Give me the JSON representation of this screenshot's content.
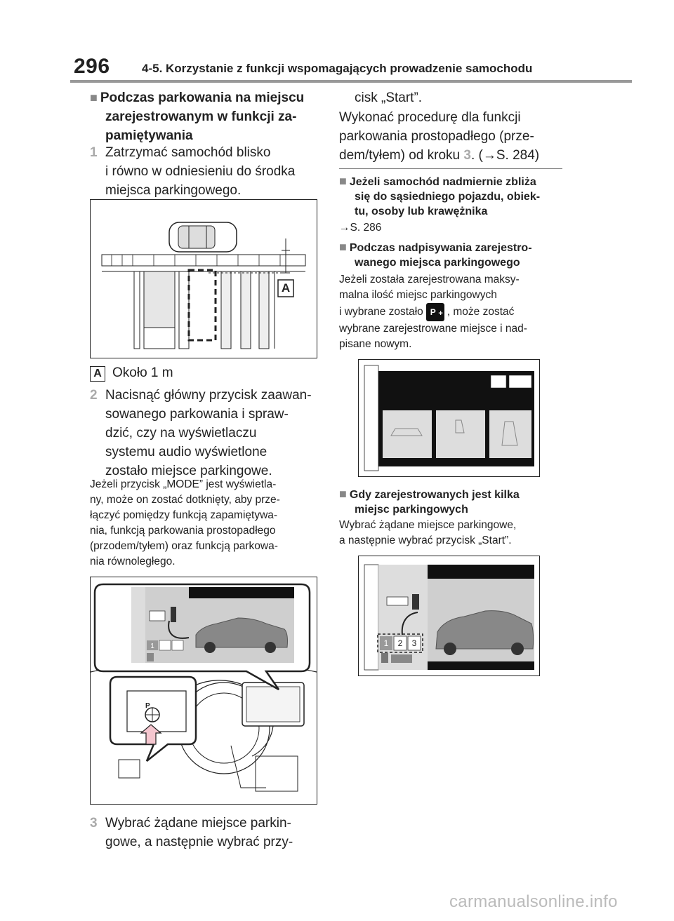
{
  "header": {
    "page_number": "296",
    "section": "4-5. Korzystanie z funkcji wspomagających prowadzenie samochodu"
  },
  "left": {
    "heading": "Podczas parkowania na miejscu zarejestrowanym w funkcji zapamiętywania",
    "heading_lines": [
      "Podczas parkowania na miejscu",
      "zarejestrowanym w funkcji za-",
      "pamiętywania"
    ],
    "step1_num": "1",
    "step1_lines": [
      "Zatrzymać samochód blisko",
      "i równo w odniesieniu do środka",
      "miejsca parkingowego."
    ],
    "fig1_label": "A",
    "legend_letter": "A",
    "legend_text": "Około 1 m",
    "step2_num": "2",
    "step2_lines": [
      "Nacisnąć główny przycisk zaawan-",
      "sowanego parkowania i spraw-",
      "dzić, czy na wyświetlaczu",
      "systemu audio wyświetlone",
      "zostało miejsce parkingowe."
    ],
    "note_lines": [
      "Jeżeli przycisk „MODE” jest wyświetla-",
      "ny, może on zostać dotknięty, aby prze-",
      "łączyć pomiędzy funkcją zapamiętywa-",
      "nia, funkcją parkowania prostopadłego",
      "(przodem/tyłem) oraz funkcją parkowa-",
      "nia równoległego."
    ],
    "step3_num": "3",
    "step3_lines": [
      "Wybrać żądane miejsce parkin-",
      "gowe, a następnie wybrać przy-"
    ],
    "fig2_button_digit": "1",
    "fig2_p_label": "P"
  },
  "right": {
    "cont_line": "cisk „Start”.",
    "proc_lines": [
      "Wykonać procedurę dla funkcji",
      "parkowania prostopadłego (prze-",
      "dem/tyłem) od kroku"
    ],
    "proc_step": "3",
    "proc_ref": ". (→S. 284)",
    "sub1_lines": [
      "Jeżeli samochód nadmiernie zbliża",
      "się do sąsiedniego pojazdu, obiek-",
      "tu, osoby lub krawężnika"
    ],
    "sub1_ref": "→S. 286",
    "sub2_lines": [
      "Podczas nadpisywania zarejestro-",
      "wanego miejsca parkingowego"
    ],
    "sub2_text1": [
      "Jeżeli została zarejestrowana maksy-",
      "malna ilość miejsc parkingowych"
    ],
    "sub2_text2_a": "i wybrane zostało",
    "sub2_text2_b": ", może zostać",
    "sub2_text3": [
      "wybrane zarejestrowane miejsce i nad-",
      "pisane nowym."
    ],
    "sub3_lines": [
      "Gdy zarejestrowanych jest kilka",
      "miejsc parkingowych"
    ],
    "sub3_text": [
      "Wybrać żądane miejsce parkingowe,",
      "a następnie wybrać przycisk „Start”."
    ],
    "fig4_digits": [
      "1",
      "2",
      "3"
    ]
  },
  "footer": {
    "watermark": "carmanualsonline.info"
  },
  "colors": {
    "step_number": "#aaaaaa",
    "section_square": "#888888",
    "pink_arrow": "#f5c6cf",
    "screen_dark": "#111111"
  }
}
